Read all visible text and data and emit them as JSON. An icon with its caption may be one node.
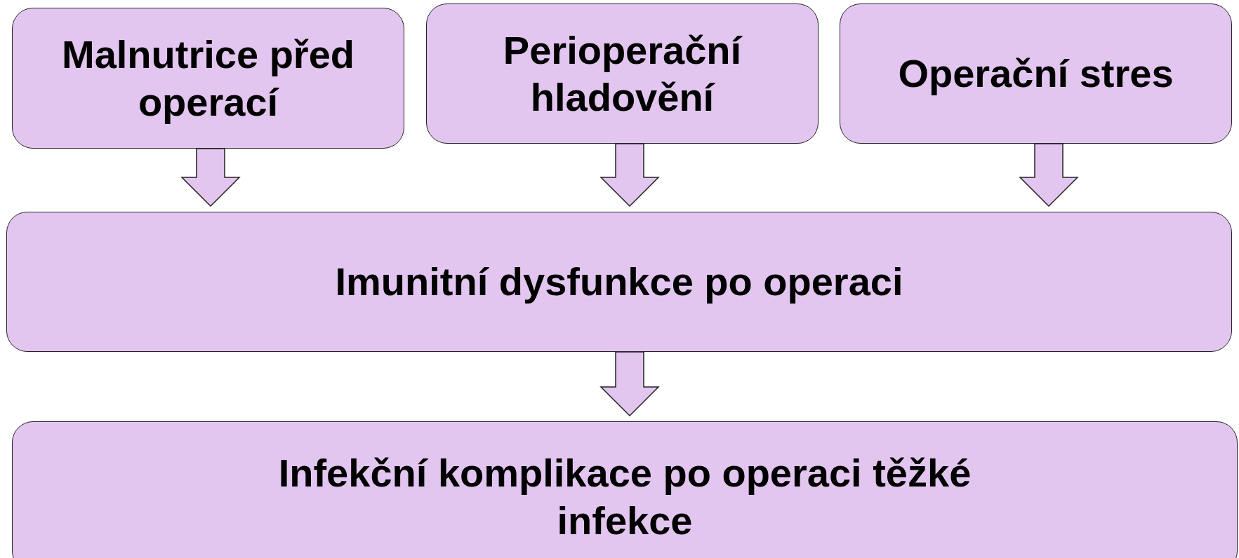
{
  "diagram": {
    "nodes": [
      {
        "text": [
          "Malnutrice před operací"
        ]
      },
      {
        "text": [
          "Perioperační hladovění"
        ]
      },
      {
        "text": [
          "Operační stres"
        ]
      },
      {
        "text": [
          "Imunitní dysfunkce po operaci"
        ]
      },
      {
        "text": [
          "Infekční komplikace po operaci těžké infekce"
        ]
      }
    ],
    "edges": [
      {
        "from": 0,
        "to": 3,
        "arrow": "to"
      },
      {
        "from": 1,
        "to": 3,
        "arrow": "to"
      },
      {
        "from": 2,
        "to": 3,
        "arrow": "to"
      },
      {
        "from": 3,
        "to": 4,
        "arrow": "to"
      }
    ]
  }
}
